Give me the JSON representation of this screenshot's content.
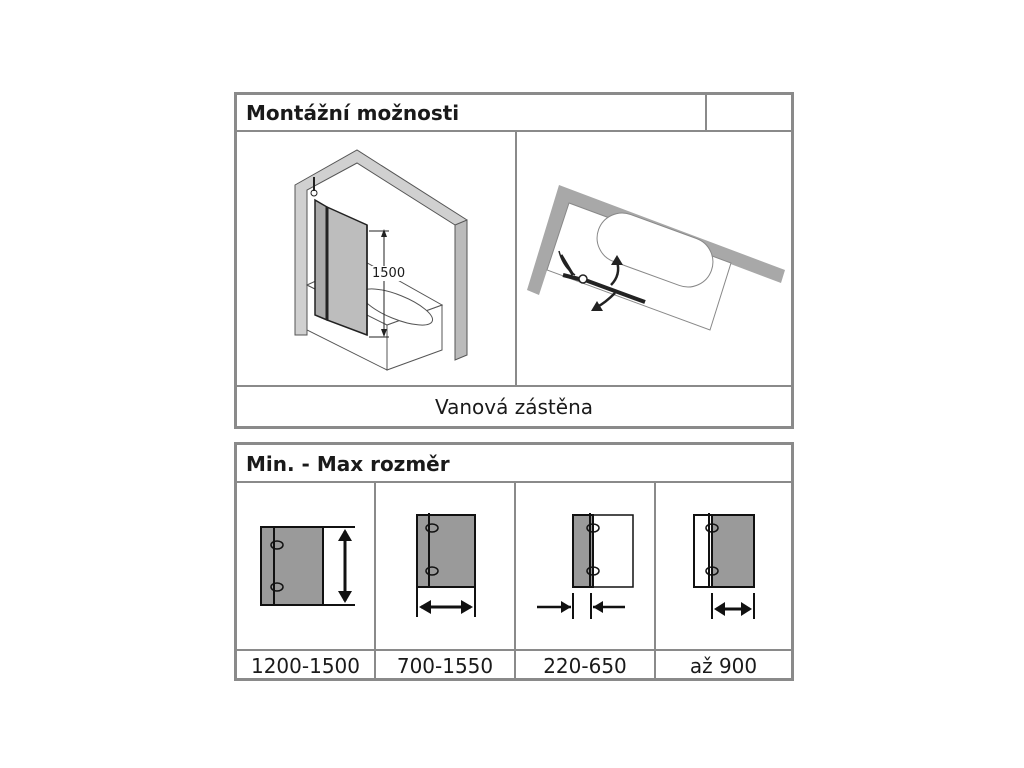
{
  "mount_section": {
    "title": "Montážní možnosti",
    "height_label": "1500",
    "caption": "Vanová zástěna"
  },
  "dims_section": {
    "title": "Min. - Max rozměr",
    "columns": [
      {
        "label": "1200-1500",
        "icon": "height-dimension-icon"
      },
      {
        "label": "700-1550",
        "icon": "width-dimension-icon"
      },
      {
        "label": "220-650",
        "icon": "min-width-dimension-icon"
      },
      {
        "label": "až 900",
        "icon": "panel-width-dimension-icon"
      }
    ]
  },
  "colors": {
    "border": "#8a8a8a",
    "glass": "#9a9a9a",
    "wall": "#c9c9c9"
  }
}
